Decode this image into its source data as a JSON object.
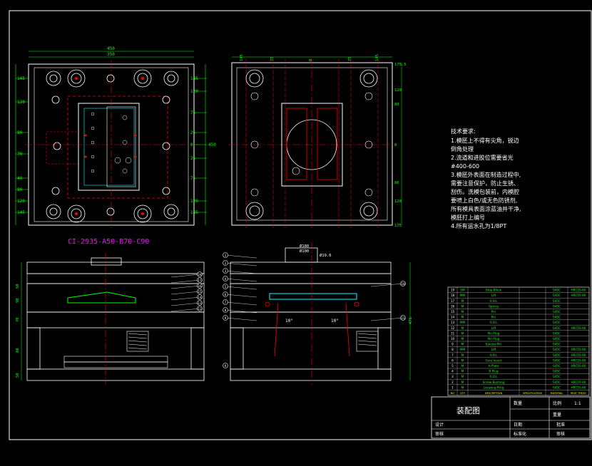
{
  "part_code": "CI-2935-A50-B70-C90",
  "plan_top_dims": [
    "450",
    "350"
  ],
  "plan_left_dims": [
    "145",
    "120",
    "80",
    "70",
    "40",
    "80",
    "120",
    "145"
  ],
  "plan_right_dims": [
    "145",
    "120",
    "75",
    "25",
    "0",
    "25",
    "75",
    "120",
    "145"
  ],
  "plan_side_dim": "450",
  "side_top_dims": [
    "145",
    "75",
    "0",
    "75",
    "145"
  ],
  "side_right_dims": [
    "175.5",
    "120",
    "80",
    "0",
    "80",
    "120",
    "175"
  ],
  "section_dims": {
    "top_a": "Ø180",
    "top_b": "Ø100",
    "top_c": "Ø19.6",
    "angle_left": "10°",
    "angle_right": "10°",
    "height_total": "476",
    "left_heights": [
      "50",
      "90",
      "70",
      "80",
      "50"
    ]
  },
  "tech_notes": {
    "title": "技术要求:",
    "lines": [
      "1.模胚上不得有尖角，锐边",
      "  倒角处理",
      "2.流道和进胶位需要省光",
      "  #400-600",
      "3.模胚外表面在制造过程中,",
      "  需要注意保护，防止生锈、",
      "  刮伤。洗模包装前，内模腔",
      "  要喷上白色/或无色防锈剂,",
      "  所有模具表面涂蓝油并干净,",
      "  模胚打上编号",
      "4.所有运水孔为1/8PT"
    ]
  },
  "bom": {
    "rows": [
      [
        "19",
        "SM",
        "Stop Block",
        "S45C",
        "HRC55-60"
      ],
      [
        "18",
        "MM",
        "Lift",
        "S45C",
        "HRC55-60"
      ],
      [
        "17",
        "M",
        "X.O.L",
        "S45C",
        ""
      ],
      [
        "16",
        "M",
        "Spring",
        "S45C",
        ""
      ],
      [
        "15",
        "M",
        "Pin",
        "S45C",
        ""
      ],
      [
        "14",
        "M",
        "Pin",
        "S45C",
        ""
      ],
      [
        "13",
        "MM",
        "X.O.L",
        "S45C",
        ""
      ],
      [
        "12",
        "M",
        "Lift",
        "S45C",
        "HRC55-60"
      ],
      [
        "11",
        "M",
        "Pin Plug",
        "S45C",
        ""
      ],
      [
        "10",
        "M",
        "Pin Plug",
        "S45C",
        ""
      ],
      [
        "9",
        "M",
        "Ejector Pin",
        "S45C",
        ""
      ],
      [
        "8",
        "MM",
        "Lift",
        "S45C",
        "HRC55-60"
      ],
      [
        "7",
        "M",
        "X.O.L",
        "S45C",
        "HRC55-60"
      ],
      [
        "6",
        "M",
        "Core Insert",
        "S45C",
        "HRC55-60"
      ],
      [
        "5",
        "M",
        "A Plate",
        "S45C",
        "HRC55-60"
      ],
      [
        "4",
        "M",
        "B Plug",
        "S45C",
        ""
      ],
      [
        "3",
        "M",
        "X.O.L",
        "S45C",
        ""
      ],
      [
        "2",
        "M",
        "Screw Bushing",
        "S45C",
        "HRC55-60"
      ],
      [
        "1",
        "M",
        "Locating Ring",
        "S45C",
        "HRC55-60"
      ]
    ],
    "header": [
      "NO",
      "QTY",
      "DESCRIPTION",
      "SPECIFICATION",
      "MATERIAL",
      "HEAT TREAT."
    ]
  },
  "title_block": {
    "drawing_name": "装配图",
    "labels": [
      "数量",
      "比例",
      "1:1",
      "重量",
      "设计",
      "日期",
      "审核",
      "批准",
      "标准化",
      "审核"
    ]
  },
  "balloons": {
    "left_section": [
      "18",
      "17",
      "16",
      "15",
      "14",
      "13",
      "12"
    ],
    "right_section_left": [
      "1",
      "2",
      "3",
      "4",
      "5",
      "6",
      "7",
      "8",
      "9"
    ],
    "right_section_right": [
      "10",
      "11"
    ]
  }
}
